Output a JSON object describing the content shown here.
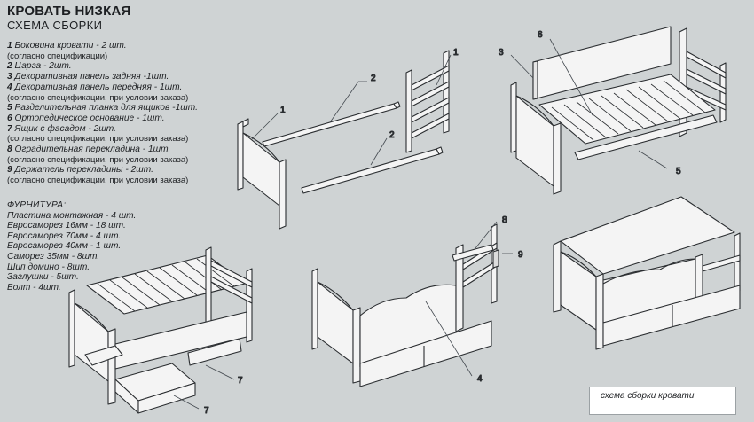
{
  "header": {
    "title": "КРОВАТЬ НИЗКАЯ",
    "subtitle": "СХЕМА СБОРКИ"
  },
  "legend": [
    {
      "num": "1",
      "name": "Боковина кровати  - 2 шт.",
      "note": "(согласно спецификации)"
    },
    {
      "num": "2",
      "name": "Царга - 2шт.",
      "note": ""
    },
    {
      "num": "3",
      "name": "Декоративная панель задняя -1шт.",
      "note": ""
    },
    {
      "num": "4",
      "name": "Декоративная панель передняя - 1шт.",
      "note": "(согласно спецификации, при условии заказа)"
    },
    {
      "num": "5",
      "name": "Разделительная планка для ящиков -1шт.",
      "note": ""
    },
    {
      "num": "6",
      "name": "Ортопедическое основание - 1шт.",
      "note": ""
    },
    {
      "num": "7",
      "name": "Ящик с фасадом - 2шт.",
      "note": "(согласно спецификации, при условии заказа)"
    },
    {
      "num": "8",
      "name": "Оградительная перекладина - 1шт.",
      "note": "(согласно спецификации, при условии заказа)"
    },
    {
      "num": "9",
      "name": "Держатель перекладины - 2шт.",
      "note": "(согласно спецификации, при условии заказа)"
    }
  ],
  "hardware": {
    "title": "ФУРНИТУРА:",
    "items": [
      "Пластина монтажная  -  4 шт.",
      "Евросаморез 16мм  - 18 шт.",
      "Евросаморез 70мм  - 4 шт.",
      "Евросаморез 40мм  - 1 шт.",
      "Саморез 35мм  - 8шт.",
      "Шип домино - 8шт.",
      "Заглушки - 5шт.",
      "Болт  -  4шт."
    ]
  },
  "callouts": {
    "c1a": "1",
    "c2a": "2",
    "c1b": "1",
    "c2b": "2",
    "c3": "3",
    "c6": "6",
    "c5": "5",
    "c8": "8",
    "c9": "9",
    "c7a": "7",
    "c7b": "7",
    "c4": "4"
  },
  "caption": "схема  сборки  кровати",
  "colors": {
    "background": "#cfd3d4",
    "wood": "#f4f4f4",
    "outline": "#2a2d30",
    "leader": "#444a50"
  }
}
